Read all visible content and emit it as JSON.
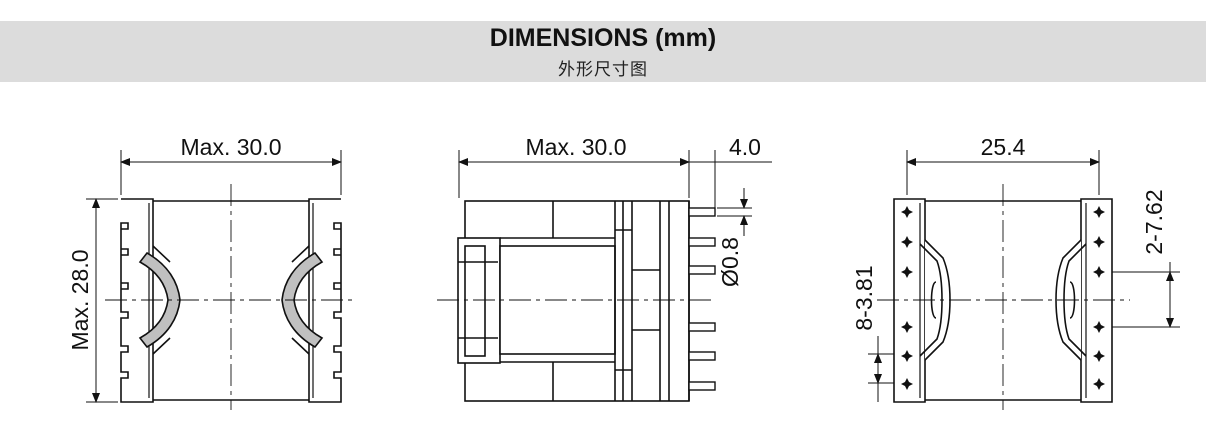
{
  "header": {
    "title": "DIMENSIONS (mm)",
    "subtitle": "外形尺寸图"
  },
  "views": {
    "left": {
      "width_label": "Max. 30.0",
      "height_label": "Max. 28.0"
    },
    "middle": {
      "width_label": "Max. 30.0",
      "offset_label": "4.0",
      "pin_diameter_label": "Ø0.8"
    },
    "right": {
      "pin_span_label": "25.4",
      "row_pitch_label": "2-7.62",
      "pin_pitch_label": "8-3.81"
    }
  },
  "colors": {
    "header_bg": "#dcdcdc",
    "line": "#111111",
    "body_fill": "#ffffff",
    "shade_fill": "#bfbfbf"
  }
}
